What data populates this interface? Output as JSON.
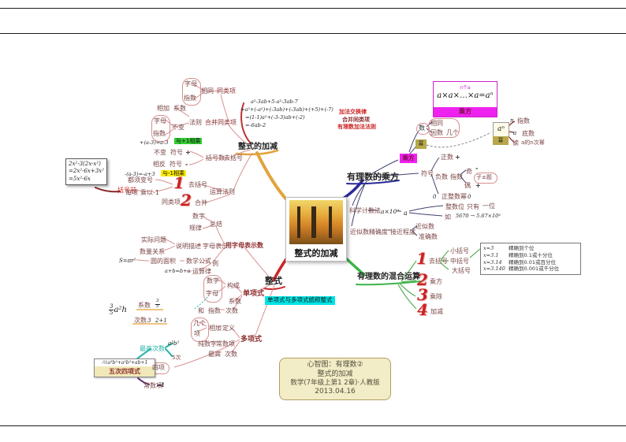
{
  "colors": {
    "branch_addsub": "#e2a33b",
    "branch_power": "#2a2a99",
    "branch_zhengshi": "#cc2428",
    "branch_mixed": "#3cb44a",
    "highlight_green": "#33cc33",
    "highlight_yellow": "#ffee00",
    "highlight_cyan": "#00e5e5",
    "highlight_magenta": "#ee22ee",
    "number_red": "#cc2222"
  },
  "center": {
    "caption": "整式的加减"
  },
  "addsub": {
    "node": "整式的加减",
    "ex_l1": "a²-3ab+5-a²-3ab-7",
    "ex_l2": "=a²+(-a²)+(-3ab)+(-3ab)+(+5)+(-7)",
    "ex_l3": "=(1-1)a²+(-3-3)ab+(-2)",
    "ex_l4": "=-6ab-2",
    "ann1": "加法交换律",
    "ann2": "合并同类项",
    "ann3": "有理数加法法则",
    "zimu1": "字母",
    "zhishu1": "指数",
    "xiangtong": "相同",
    "tonglei": "同类项",
    "xiangjia": "相加",
    "xishu": "系数",
    "zimu2": "字母",
    "zhishu2": "指数",
    "bubian1": "不变",
    "faze": "法则",
    "hebing1": "合并同类项",
    "ex_plus": "+(a-3)=a-3",
    "tag_plus": "与+1相乘",
    "bubian2": "不变",
    "fuhao1": "符号",
    "plus": "+",
    "xiangfan": "相反",
    "fuhao2": "符号",
    "minus": "-",
    "kuohaoshu": "括号数",
    "qukuohao": "去括号",
    "ex_minus": "-(a-3)=-a+3",
    "tag_minus": "与-1相乘",
    "box_l1": "2x²-3(2x-x²)",
    "box_l2": "=2x²-6x+3x²",
    "box_l3": "=5x²-6x",
    "kuohaoqian": "括号前",
    "bianhao": "都须变号",
    "meixiang": "每项",
    "chengyi": "乘以-1",
    "num1": "1",
    "qukuohao2": "去括号",
    "tonglei2": "同类项",
    "num2": "2",
    "hebing2": "合并",
    "yunsuanfaze": "运算法则"
  },
  "zhengshi": {
    "node": "整式",
    "tag": "单项式与多项式统称整式",
    "yongzimu": "用字母表示数",
    "shuzi1": "数字",
    "guilv": "规律",
    "zongjie": "总结",
    "shiji": "实际问题",
    "shuliang": "数量关系",
    "shuoming": "说明描述",
    "zimubiaoshi": "字母表示",
    "gongshi": "S=πr²",
    "yuanmianji": "圆的面积",
    "shuxuegongshi": "数学公式",
    "li": "例",
    "jiaohuan": "a+b=b+a",
    "yunsuanlv": "运算律",
    "shuzi2": "数字",
    "zimu": "字母",
    "goucheng": "构成",
    "xishu": "系数",
    "he": "和",
    "zhishu": "指数",
    "cishu": "次数",
    "danxiangshi": "单项式",
    "frac_num": "3",
    "frac_den": "5",
    "frac_var": "a²h",
    "xishu_label": "系数",
    "xs_num": "3",
    "xs_den": "5",
    "cishu_label": "次数",
    "cishu_val": "3",
    "cishu_eq": "2+1",
    "jige": "几个",
    "xiang": "项",
    "xiangjia": "相加",
    "dingyi": "定义",
    "chunshuzi": "纯数字",
    "changshuxiang": "常数项",
    "zuigao": "最高",
    "cishu2": "次数",
    "duoxiangshi": "多项式",
    "zuigaocishu": "最高次数",
    "poly_top": "a³b²",
    "poly_deg": "5次",
    "poly_formula": "-½a³b²+a²b²+ab+1",
    "poly_name": "五次四项式",
    "sixiang": "四项",
    "changshu2": "常数项",
    "one": "1"
  },
  "power": {
    "node": "有理数的乘方",
    "hub": "乘方",
    "brace": "n个a",
    "formula": "a×a×…×a=aⁿ",
    "tag": "乘方",
    "shu": "数",
    "xiangtong": "相同",
    "yinshu": "因数",
    "jige": "几个",
    "mi1": "幂",
    "an": "aⁿ",
    "mi2": "幂",
    "n": "n",
    "zhishu": "指数",
    "a": "a",
    "dishu": "底数",
    "du": "读",
    "dushi": "a的n次幂",
    "zhengshu": "正数",
    "plus1": "+",
    "fuhao": "符号",
    "fushu": "负数",
    "zhishu2": "指数",
    "ji": "奇",
    "ji_sign": "-",
    "oddnote": "子±题",
    "ou": "偶",
    "ou_sign": "+",
    "zero1": "0",
    "zhengzhengshumi": "正整数幂",
    "zero2": "0",
    "kexue": "科学计数法",
    "aform": "a×10ⁿ",
    "a2": "a",
    "zhengshuwei": "整数位",
    "zhiyou": "只有",
    "yiwei": "一位",
    "ru": "如",
    "example": "5670 → 5.67×10³",
    "jinsi": "近似数",
    "jingquedu": "精确度",
    "jiejin": "接近程度",
    "jinsi2": "近似数",
    "zhunque": "准确数"
  },
  "mixed": {
    "node": "有理数的混合运算",
    "n1": "1",
    "item1": "去括号",
    "xiao": "小括号",
    "zhong": "中括号",
    "da": "大括号",
    "n2": "2",
    "item2": "乘方",
    "n3": "3",
    "item3": "乘除",
    "n4": "4",
    "item4": "加减",
    "table": [
      [
        "x≈3",
        "精确到个位"
      ],
      [
        "x≈3.1",
        "精确到0.1或十分位"
      ],
      [
        "x≈3.14",
        "精确到0.01或百分位"
      ],
      [
        "x≈3.140",
        "精确到0.001或千分位"
      ]
    ]
  },
  "infobox": {
    "l1": "心智图：有理数②",
    "l2": "整式的加减",
    "l3": "数学(7年级上第1 2章)·人教版",
    "l4": "2013.04.16"
  }
}
